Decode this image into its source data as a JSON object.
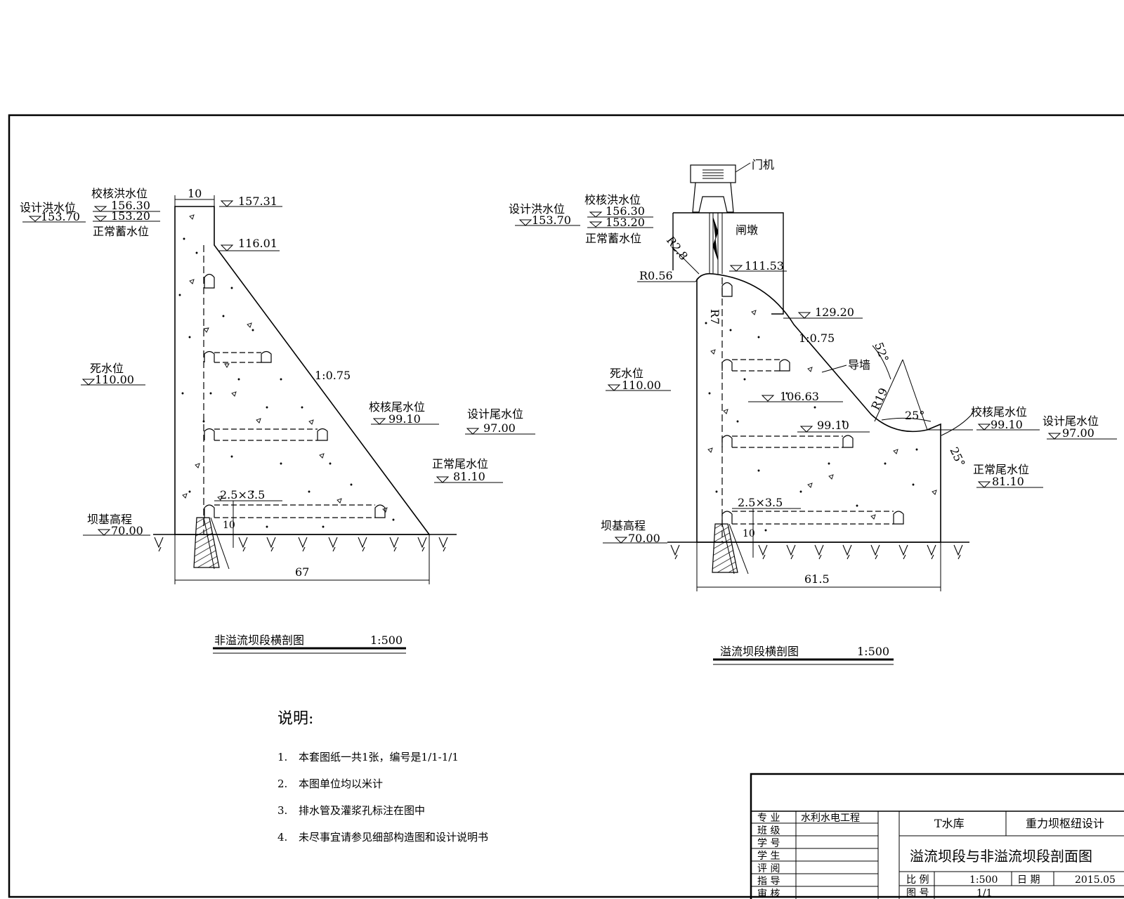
{
  "left_section": {
    "crest_width": "10",
    "crest_elev": "157.31",
    "slope_start_elev": "116.01",
    "check_flood_label": "校核洪水位",
    "check_flood_elev": "156.30",
    "design_flood_label": "设计洪水位",
    "design_flood_elev": "153.70",
    "normal_pool_elev": "153.20",
    "normal_pool_label": "正常蓄水位",
    "dead_level_label": "死水位",
    "dead_level_elev": "110.00",
    "slope": "1:0.75",
    "check_tail_label": "校核尾水位",
    "check_tail_elev": "99.10",
    "design_tail_label": "设计尾水位",
    "design_tail_elev": "97.00",
    "normal_tail_label": "正常尾水位",
    "normal_tail_elev": "81.10",
    "base_label": "坝基高程",
    "base_elev": "70.00",
    "gallery_size": "2.5×3.5",
    "gallery_dim": "10",
    "base_width": "67",
    "title": "非溢流坝段横剖图",
    "scale": "1:500"
  },
  "right_section": {
    "gantry_label": "门机",
    "pier_label": "闸墩",
    "r_upper": "R2.8",
    "r_small": "R0.56",
    "r_crest": "R7",
    "crest_elev": "111.53",
    "check_flood_label": "校核洪水位",
    "check_flood_elev": "156.30",
    "design_flood_label": "设计洪水位",
    "design_flood_elev": "153.70",
    "normal_pool_elev": "153.20",
    "normal_pool_label": "正常蓄水位",
    "dead_level_label": "死水位",
    "dead_level_elev": "110.00",
    "pier_elev": "129.20",
    "slope": "1:0.75",
    "guide_wall_label": "导墙",
    "angle_52": "52°",
    "r_bucket": "R19",
    "angle_25a": "25°",
    "angle_25b": "25°",
    "elev_mid": "106.63",
    "elev_low": "99.10",
    "check_tail_label": "校核尾水位",
    "check_tail_elev": "99.10",
    "design_tail_label": "设计尾水位",
    "design_tail_elev": "97.00",
    "normal_tail_label": "正常尾水位",
    "normal_tail_elev": "81.10",
    "base_label": "坝基高程",
    "base_elev": "70.00",
    "gallery_size": "2.5×3.5",
    "gallery_dim": "10",
    "base_width": "61.5",
    "title": "溢流坝段横剖图",
    "scale": "1:500"
  },
  "notes": {
    "title": "说明:",
    "items": [
      {
        "num": "1.",
        "text": "本套图纸一共1张，编号是1/1-1/1"
      },
      {
        "num": "2.",
        "text": "本图单位均以米计"
      },
      {
        "num": "3.",
        "text": "排水管及灌浆孔标注在图中"
      },
      {
        "num": "4.",
        "text": "未尽事宜请参见细部构造图和设计说明书"
      }
    ]
  },
  "title_block": {
    "labels": [
      "专 业",
      "班 级",
      "学 号",
      "学 生",
      "评 阅",
      "指 导",
      "审 核"
    ],
    "major": "水利水电工程",
    "project": "T水库",
    "design_title": "重力坝枢纽设计",
    "drawing_title": "溢流坝段与非溢流坝段剖面图",
    "scale_label": "比 例",
    "scale_value": "1:500",
    "date_label": "日 期",
    "date_value": "2015.05",
    "sheet_label": "图 号",
    "sheet_value": "1/1"
  }
}
